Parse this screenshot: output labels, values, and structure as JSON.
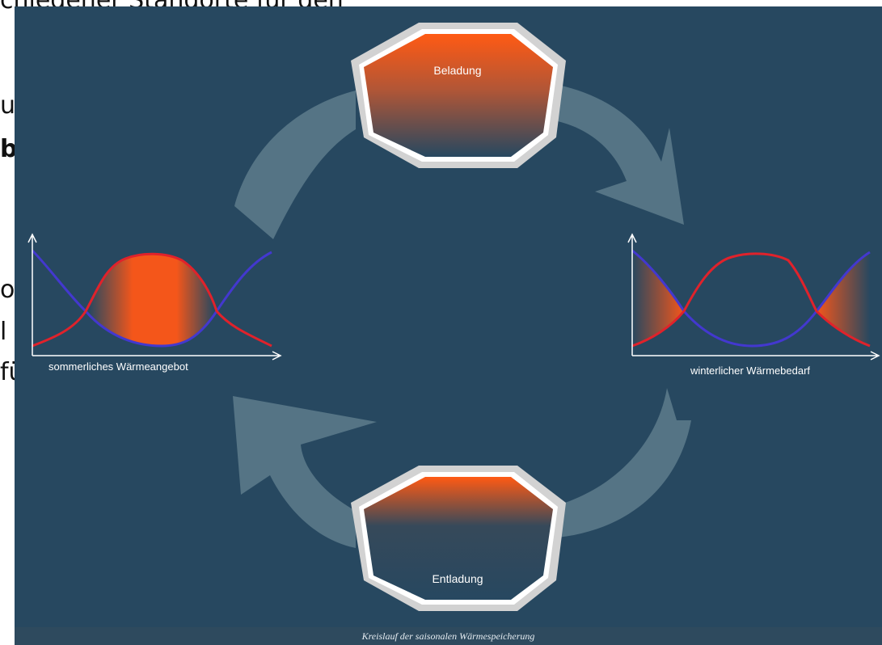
{
  "background_text": [
    "chiedener Standorte für den",
    "u",
    "b",
    "o",
    "l",
    "fü"
  ],
  "diagram": {
    "tank_top_label": "Beladung",
    "tank_bottom_label": "Entladung",
    "left_chart_label": "sommerliches Wärmeangebot",
    "right_chart_label": "winterlicher Wärmebedarf",
    "caption": "Kreislauf der saisonalen Wärmespeicherung"
  },
  "colors": {
    "panel_bg": "#274860",
    "arrow": "#557485",
    "supply_curve": "#4338cf",
    "demand_curve": "#e0222b",
    "heat_fill": "#f4561a",
    "tank_wall": "#d2d2d2"
  }
}
